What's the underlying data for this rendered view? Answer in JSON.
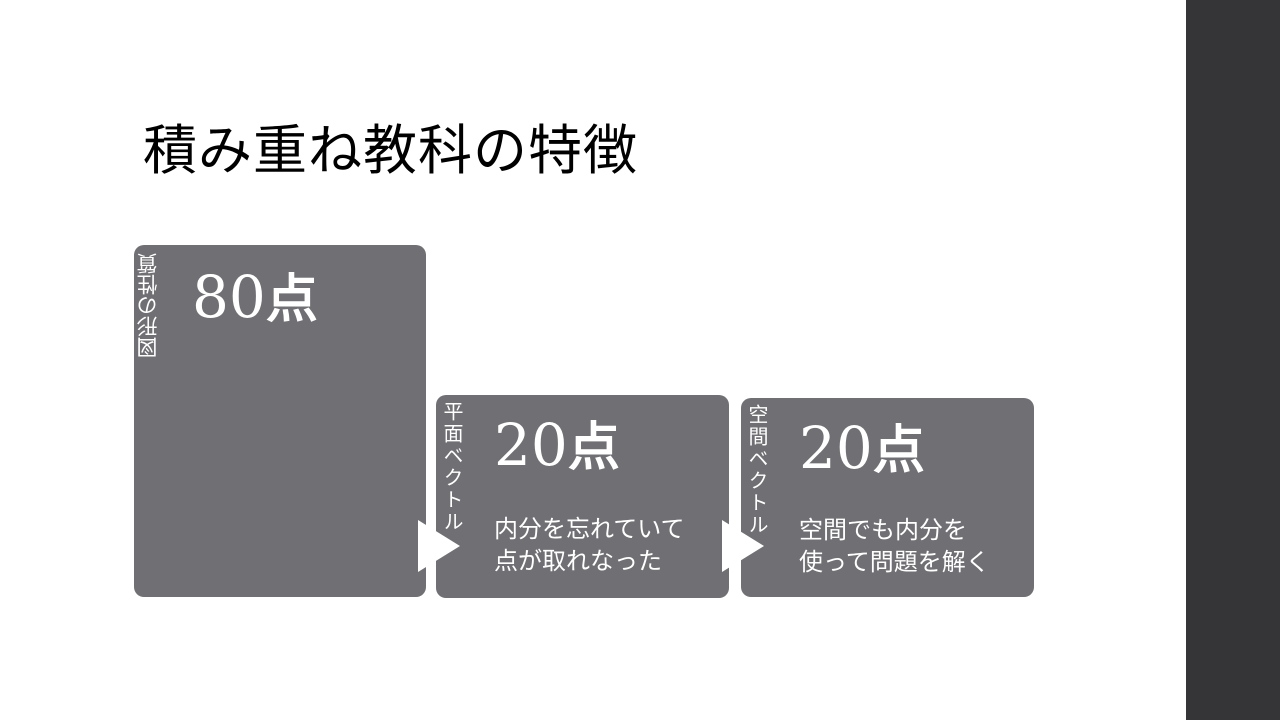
{
  "slide": {
    "title": "積み重ね教科の特徴"
  },
  "blocks": [
    {
      "label": "図形の性質",
      "score_number": "80",
      "score_unit": "点",
      "description": ""
    },
    {
      "label": "平面ベクトル",
      "score_number": "20",
      "score_unit": "点",
      "description": "内分を忘れていて\n点が取れなった"
    },
    {
      "label": "空間ベクトル",
      "score_number": "20",
      "score_unit": "点",
      "description": "空間でも内分を\n使って問題を解く"
    }
  ],
  "colors": {
    "block_fill": "#706f74",
    "side_bar": "#353537",
    "arrow": "#ffffff"
  },
  "icons": [
    "right-arrow-icon",
    "right-arrow-icon"
  ]
}
